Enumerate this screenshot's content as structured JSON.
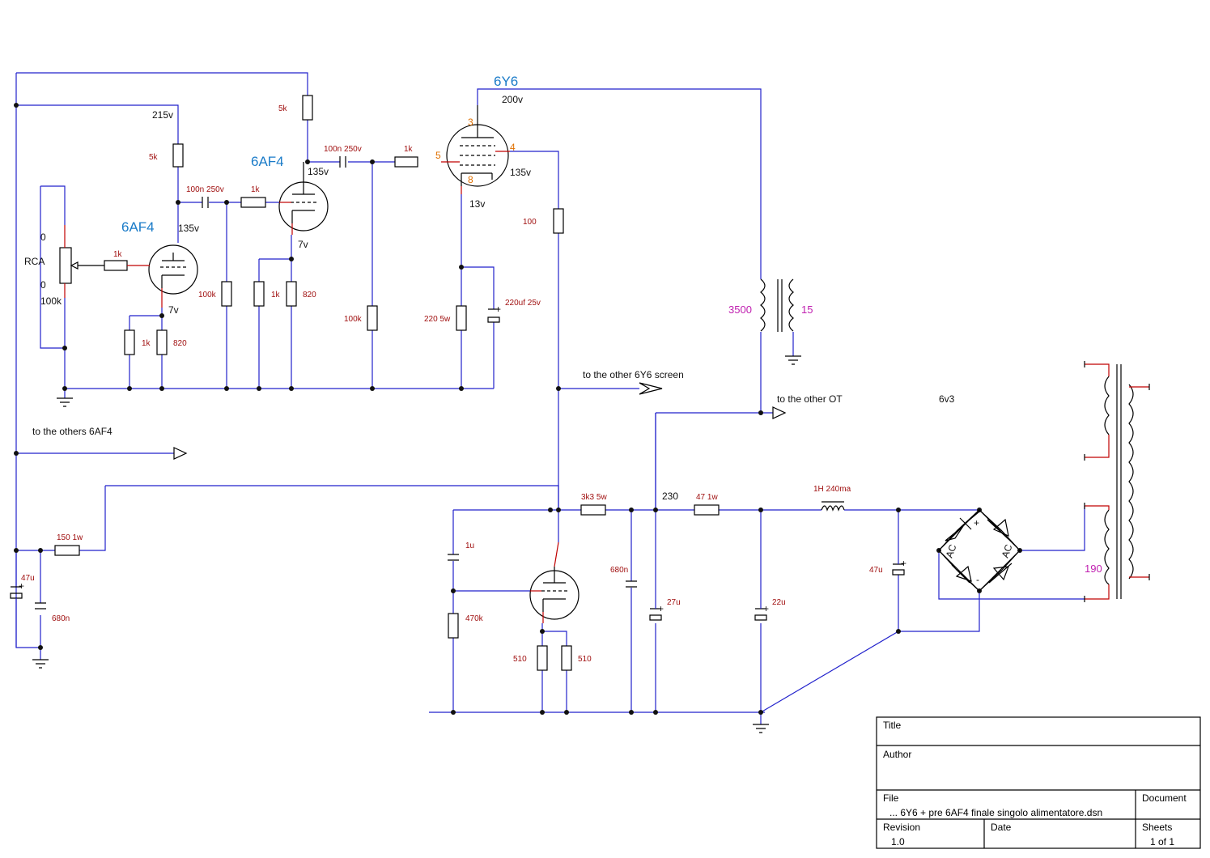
{
  "tubes": {
    "v1": "6AF4",
    "v2": "6AF4",
    "v3": "6Y6"
  },
  "pins": {
    "p3": "3",
    "p4": "4",
    "p5": "5",
    "p8": "8"
  },
  "voltages": {
    "v215": "215v",
    "v135a": "135v",
    "v135b": "135v",
    "v135c": "135v",
    "v7a": "7v",
    "v7b": "7v",
    "v200": "200v",
    "v13": "13v",
    "v230": "230",
    "v6v3": "6v3"
  },
  "components": {
    "r5k_a": "5k",
    "r5k_b": "5k",
    "c100n_a": "100n 250v",
    "c100n_b": "100n 250v",
    "r1k_a": "1k",
    "r1k_b": "1k",
    "r1k_c": "1k",
    "r1k_d": "1k",
    "r1k_e": "1k",
    "r820_a": "820",
    "r820_b": "820",
    "r100k_a": "100k",
    "r100k_b": "100k",
    "pot": "100k",
    "r220": "220 5w",
    "c220u": "220uf 25v",
    "r100": "100",
    "r150": "150 1w",
    "c47u_a": "47u",
    "c680n_a": "680n",
    "r3k3": "3k3 5w",
    "r47": "47 1w",
    "choke": "1H 240ma",
    "c47u_b": "47u",
    "c1u": "1u",
    "r470k": "470k",
    "c680n_b": "680n",
    "c27u": "27u",
    "c22u": "22u",
    "r510_a": "510",
    "r510_b": "510",
    "ot_primary": "3500",
    "ot_secondary": "15",
    "pt_secondary": "190",
    "bridge_ac1": "AC",
    "bridge_ac2": "AC",
    "bridge_plus": "+",
    "bridge_minus": "-"
  },
  "input": {
    "rca": "RCA",
    "zero_top": "0",
    "zero_bottom": "0"
  },
  "ports": {
    "others_6af4": "to the others 6AF4",
    "other_6y6_screen": "to the other 6Y6 screen",
    "other_ot": "to the other OT"
  },
  "title_block": {
    "title_label": "Title",
    "title_value": "",
    "author_label": "Author",
    "author_value": "",
    "file_label": "File",
    "file_value": "... 6Y6 + pre 6AF4 finale singolo alimentatore.dsn",
    "document_label": "Document",
    "revision_label": "Revision",
    "revision_value": "1.0",
    "date_label": "Date",
    "sheets_label": "Sheets",
    "sheets_value": "1 of 1"
  }
}
